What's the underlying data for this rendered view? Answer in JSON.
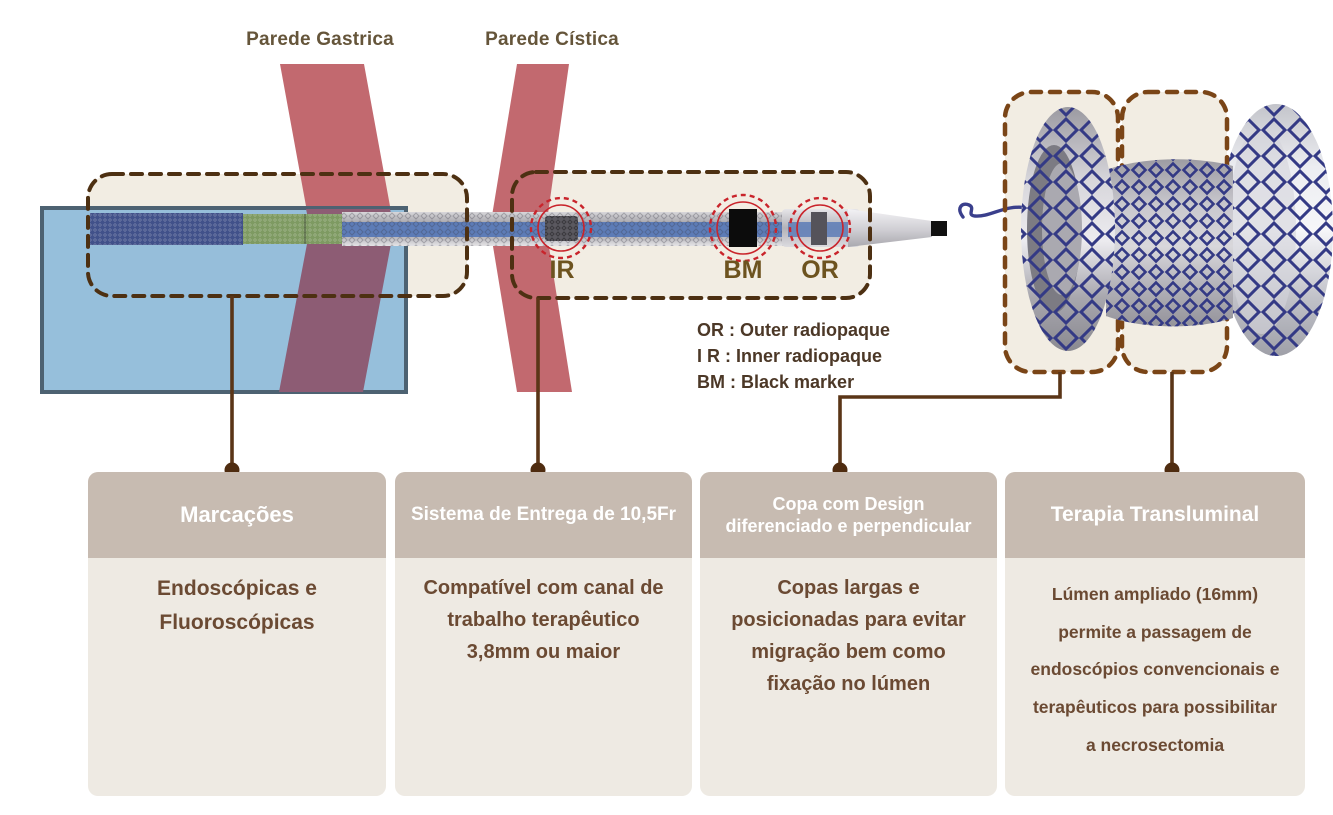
{
  "illustration": {
    "wall_labels": {
      "gastric": "Parede Gastrica",
      "cystic": "Parede Cística"
    },
    "marker_labels": {
      "ir": "IR",
      "bm": "BM",
      "or": "OR"
    },
    "legend": [
      "OR : Outer radiopaque",
      "I R : Inner radiopaque",
      "BM : Black marker"
    ]
  },
  "cards": [
    {
      "title": "Marcações",
      "body": "Endoscópicas e\nFluoroscópicas"
    },
    {
      "title": "Sistema de Entrega de 10,5Fr",
      "body": "Compatível com canal de\ntrabalho terapêutico\n3,8mm ou maior"
    },
    {
      "title": "Copa com Design\ndiferenciado e perpendicular",
      "body": "Copas largas e\nposicionadas para evitar\nmigração bem como\nfixação no lúmen"
    },
    {
      "title": "Terapia Transluminal",
      "body": "Lúmen ampliado (16mm)\npermite a passagem de\nendoscópios convencionais e\nterapêuticos para possibilitar\na necrosectomia"
    }
  ],
  "colors": {
    "wall_red": "#c2696f",
    "wall_red_shaded": "#8d5c74",
    "panel_beige": "#f2ede3",
    "dashed_border_brown": "#4d3012",
    "stent_box_brown": "#7a4517",
    "connector_brown": "#5a3517",
    "blue_overlay": "#8fbbd9",
    "blue_overlay_border": "#4d6272",
    "catheter_navy": "#41518a",
    "catheter_green": "#7e9a62",
    "mesh_navy": "#343a85",
    "marker_circle_red": "#c9242b",
    "card_header_bg": "#c7bbb1",
    "card_body_bg": "#eeeae3",
    "card_text_brown": "#6b4a33"
  }
}
